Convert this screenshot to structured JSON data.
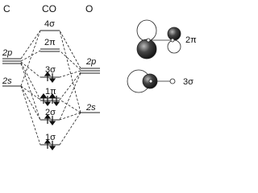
{
  "headers": {
    "c": "C",
    "co": "CO",
    "o": "O"
  },
  "carbon_levels": {
    "p2": "2p",
    "s2": "2s"
  },
  "oxygen_levels": {
    "p2": "2p",
    "s2": "2s"
  },
  "co_orbitals": [
    {
      "label": "4σ",
      "electrons": 0
    },
    {
      "label": "2π",
      "electrons": 0
    },
    {
      "label": "3σ",
      "electrons": 2
    },
    {
      "label": "1π",
      "electrons": 4
    },
    {
      "label": "2σ",
      "electrons": 2
    },
    {
      "label": "1σ",
      "electrons": 2
    }
  ],
  "orbital_shapes": {
    "pi": "2π",
    "sigma": "3σ"
  },
  "colors": {
    "line": "#222222",
    "lobe_dark": "#333333",
    "lobe_light": "#ffffff"
  }
}
